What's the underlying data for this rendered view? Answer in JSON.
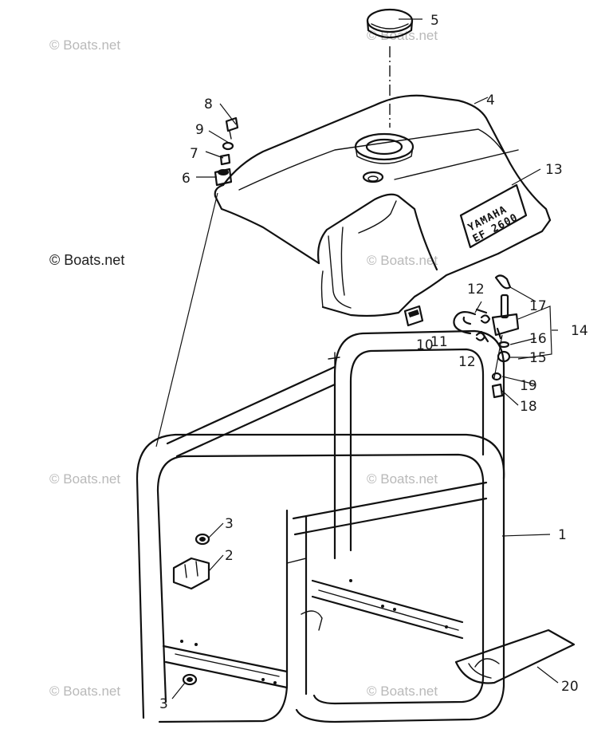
{
  "watermarks": [
    "© Boats.net",
    "© Boats.net",
    "© Boats.net",
    "© Boats.net",
    "© Boats.net",
    "© Boats.net",
    "© Boats.net",
    "© Boats.net"
  ],
  "tank_logo": [
    "YAMAHA",
    "EF 2600"
  ],
  "callouts": {
    "p1": "1",
    "p2": "2",
    "p3a": "3",
    "p3b": "3",
    "p4": "4",
    "p5": "5",
    "p6": "6",
    "p7": "7",
    "p8": "8",
    "p9": "9",
    "p10": "10",
    "p11": "11",
    "p12a": "12",
    "p12b": "12",
    "p13": "13",
    "p14": "14",
    "p15": "15",
    "p16": "16",
    "p17": "17",
    "p18": "18",
    "p19": "19",
    "p20": "20"
  }
}
